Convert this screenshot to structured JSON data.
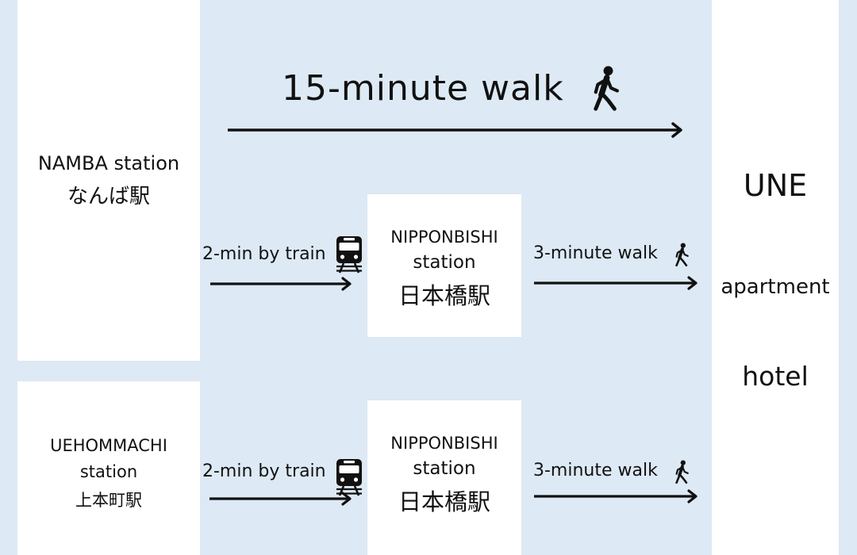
{
  "long_walk": {
    "label": "15-minute walk",
    "icon": "walking-person-icon"
  },
  "namba": {
    "name_en": "NAMBA station",
    "name_ja": "なんば駅"
  },
  "uehommachi": {
    "name_en": "UEHOMMACHI",
    "name_en_2": "station",
    "name_ja": "上本町駅"
  },
  "route_namba": {
    "train_label": "2-min by train",
    "train_icon": "train-icon",
    "stop_en": "NIPPONBISHI",
    "stop_en_2": "station",
    "stop_ja": "日本橋駅",
    "walk_label": "3-minute walk",
    "walk_icon": "walking-person-icon"
  },
  "route_uehommachi": {
    "train_label": "2-min by train",
    "train_icon": "train-icon",
    "stop_en": "NIPPONBISHI",
    "stop_en_2": "station",
    "stop_ja": "日本橋駅",
    "walk_label": "3-minute walk",
    "walk_icon": "walking-person-icon"
  },
  "destination": {
    "line1": "UNE",
    "line2": "apartment",
    "line3": "hotel"
  },
  "colors": {
    "background": "#dde9f4",
    "panel": "#ffffff",
    "ink": "#111111"
  }
}
